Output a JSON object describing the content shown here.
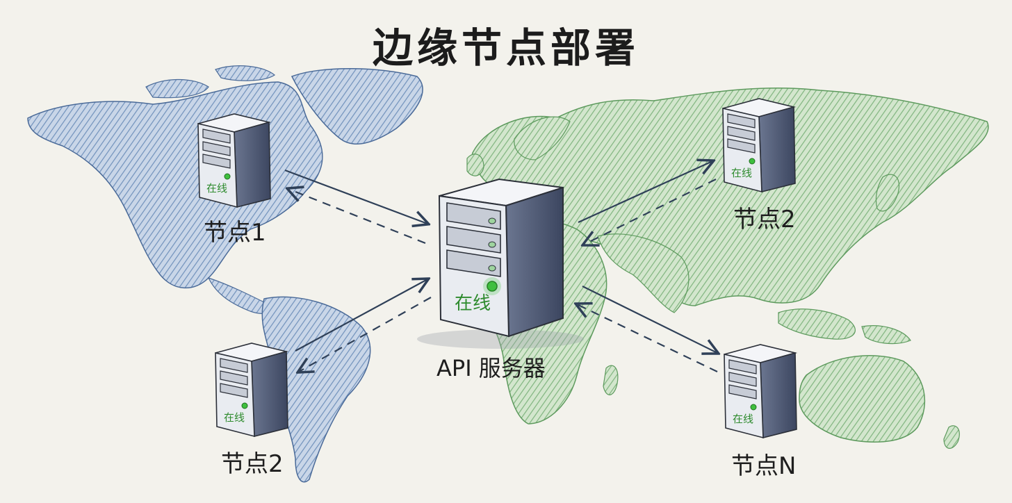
{
  "title": "边缘节点部署",
  "colors": {
    "background": "#f3f2ec",
    "americas": "#5a7fb0",
    "eurasia": "#6aa86a",
    "server_body": "#e9ecf1",
    "server_side": "#4a5570",
    "status_green": "#3fbf3f",
    "arrow": "#2f4058",
    "text": "#1c1c1c"
  },
  "server": {
    "label": "API 服务器",
    "status": "在线"
  },
  "nodes": [
    {
      "id": "node-1",
      "label": "节点1",
      "status": "在线"
    },
    {
      "id": "node-2-asia",
      "label": "节点2",
      "status": "在线"
    },
    {
      "id": "node-2-south-america",
      "label": "节点2",
      "status": "在线"
    },
    {
      "id": "node-n",
      "label": "节点N",
      "status": "在线"
    }
  ],
  "connections": [
    {
      "from": "API 服务器",
      "to": "节点1",
      "request": "solid",
      "response": "dashed"
    },
    {
      "from": "API 服务器",
      "to": "节点2",
      "request": "solid",
      "response": "dashed"
    },
    {
      "from": "API 服务器",
      "to": "节点2",
      "request": "solid",
      "response": "dashed"
    },
    {
      "from": "API 服务器",
      "to": "节点N",
      "request": "solid",
      "response": "dashed"
    }
  ],
  "icons": {
    "server": "server-tower-icon",
    "status_light": "status-led-icon"
  }
}
